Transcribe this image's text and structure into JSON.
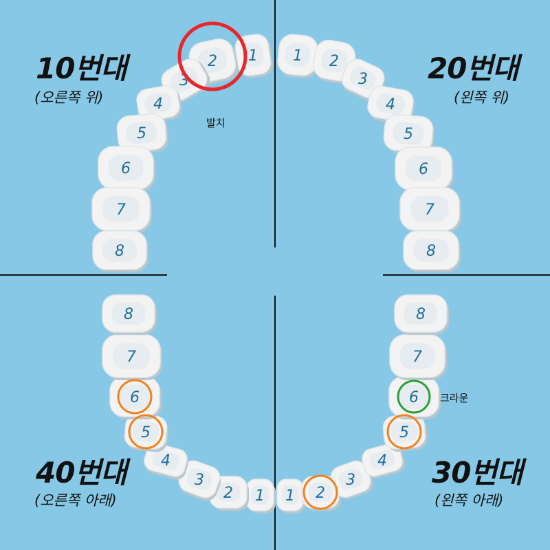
{
  "quadrants": {
    "q10": {
      "title": "10번대",
      "subtitle": "(오른쪽 위)"
    },
    "q20": {
      "title": "20번대",
      "subtitle": "(왼쪽 위)"
    },
    "q30": {
      "title": "30번대",
      "subtitle": "(왼쪽 아래)"
    },
    "q40": {
      "title": "40번대",
      "subtitle": "(오른쪽 아래)"
    }
  },
  "annotations": {
    "extraction": "발치",
    "crown": "크라운"
  },
  "colors": {
    "background": "#87c8e6",
    "tooth": "#f3f3f3",
    "tooth_number": "#1d6f99",
    "divider": "#111111",
    "extraction_circle": "#e8262b",
    "crown_circle": "#2aa23a",
    "treatment_circle": "#f2811d"
  },
  "teeth": [
    {
      "id": "t11",
      "label": "1"
    },
    {
      "id": "t12",
      "label": "2"
    },
    {
      "id": "t13",
      "label": "3"
    },
    {
      "id": "t14",
      "label": "4"
    },
    {
      "id": "t15",
      "label": "5"
    },
    {
      "id": "t16",
      "label": "6"
    },
    {
      "id": "t17",
      "label": "7"
    },
    {
      "id": "t18",
      "label": "8"
    },
    {
      "id": "t21",
      "label": "1"
    },
    {
      "id": "t22",
      "label": "2"
    },
    {
      "id": "t23",
      "label": "3"
    },
    {
      "id": "t24",
      "label": "4"
    },
    {
      "id": "t25",
      "label": "5"
    },
    {
      "id": "t26",
      "label": "6"
    },
    {
      "id": "t27",
      "label": "7"
    },
    {
      "id": "t28",
      "label": "8"
    },
    {
      "id": "t31",
      "label": "1"
    },
    {
      "id": "t32",
      "label": "2"
    },
    {
      "id": "t33",
      "label": "3"
    },
    {
      "id": "t34",
      "label": "4"
    },
    {
      "id": "t35",
      "label": "5"
    },
    {
      "id": "t36",
      "label": "6"
    },
    {
      "id": "t37",
      "label": "7"
    },
    {
      "id": "t38",
      "label": "8"
    },
    {
      "id": "t41",
      "label": "1"
    },
    {
      "id": "t42",
      "label": "2"
    },
    {
      "id": "t43",
      "label": "3"
    },
    {
      "id": "t44",
      "label": "4"
    },
    {
      "id": "t45",
      "label": "5"
    },
    {
      "id": "t46",
      "label": "6"
    },
    {
      "id": "t47",
      "label": "7"
    },
    {
      "id": "t48",
      "label": "8"
    }
  ],
  "markers": [
    {
      "tooth": "t12",
      "type": "extraction"
    },
    {
      "tooth": "t36",
      "type": "crown"
    },
    {
      "tooth": "t35",
      "type": "treatment"
    },
    {
      "tooth": "t32",
      "type": "treatment"
    },
    {
      "tooth": "t46",
      "type": "treatment"
    },
    {
      "tooth": "t45",
      "type": "treatment"
    }
  ]
}
